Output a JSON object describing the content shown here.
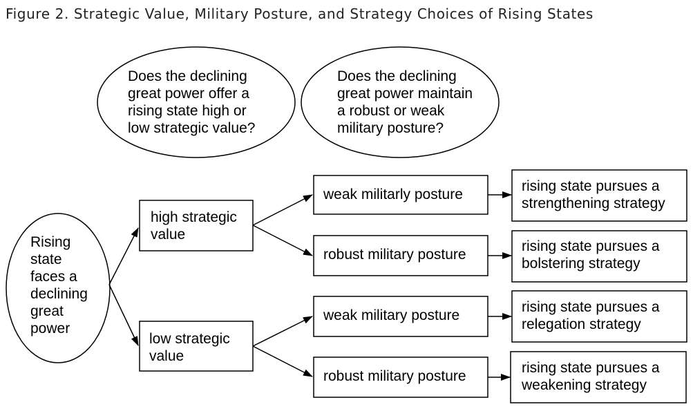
{
  "title": "Figure 2.  Strategic Value, Military Posture, and Strategy Choices of Rising States",
  "questions": [
    "Does the declining\ngreat power offer a\nrising state high or\nlow strategic value?",
    "Does the declining\ngreat power maintain\na robust or weak\nmilitary posture?"
  ],
  "start": "Rising\nstate\nfaces a\ndeclining\ngreat\npower",
  "value_nodes": [
    "high strategic\nvalue",
    "low strategic\nvalue"
  ],
  "posture_nodes": [
    "weak militarly posture",
    "robust military posture",
    "weak military posture",
    "robust military posture"
  ],
  "outcome_nodes": [
    "rising state pursues a\nstrengthening strategy",
    "rising state pursues a\nbolstering strategy",
    "rising state pursues a\nrelegation strategy",
    "rising state pursues a\nweakening strategy"
  ]
}
